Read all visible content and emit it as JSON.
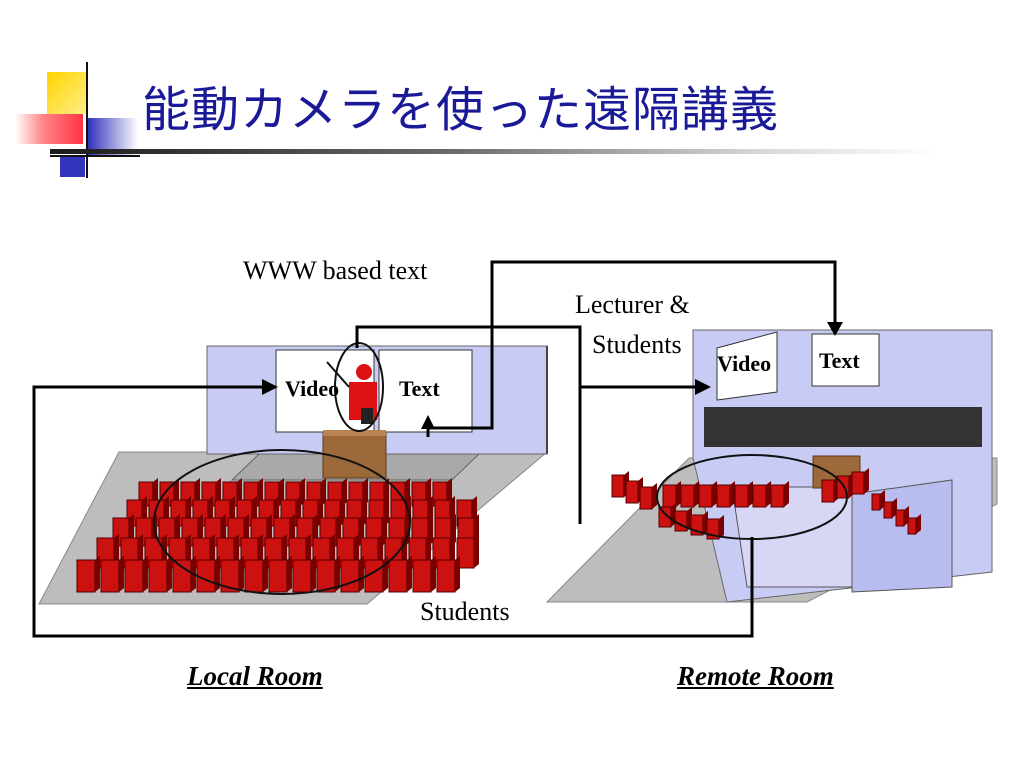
{
  "slide": {
    "title": "能動カメラを使った遠隔講義"
  },
  "diagram": {
    "labels": {
      "www_text": "WWW based text",
      "lecturer_line1": "Lecturer &",
      "lecturer_line2": "Students",
      "students": "Students",
      "local_video": "Video",
      "local_text": "Text",
      "remote_video": "Video",
      "remote_text": "Text",
      "local_room": "Local Room",
      "remote_room": "Remote Room"
    },
    "colors": {
      "title": "#1a1a99",
      "wall": "#c8ccf5",
      "floor": "#bdbdbd",
      "chair": "#cc1111",
      "podium": "#9c6a3a",
      "remote_board": "#333333"
    }
  }
}
